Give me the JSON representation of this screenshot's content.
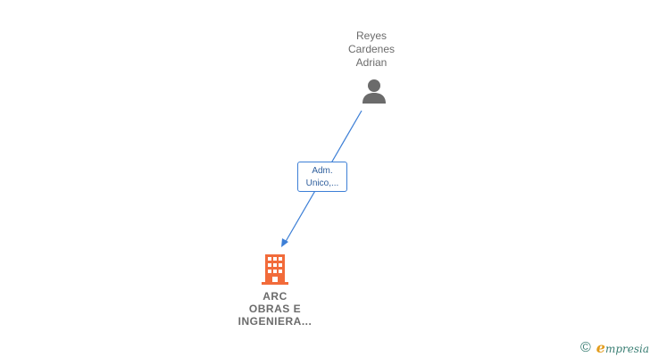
{
  "person": {
    "name_lines": [
      "Reyes",
      "Cardenes",
      "Adrian"
    ],
    "icon": "person-icon"
  },
  "relation": {
    "label_lines": [
      "Adm.",
      "Unico,..."
    ]
  },
  "company": {
    "name_lines": [
      "ARC",
      "OBRAS E",
      "INGENIERA..."
    ],
    "icon": "building-icon",
    "color": "#f26b3a"
  },
  "branding": {
    "copyright_symbol": "©",
    "logo_initial": "e",
    "logo_text": "mpresia"
  },
  "colors": {
    "edge": "#3d7fd6",
    "person_icon": "#6b6b6b",
    "text": "#6b6b6b"
  }
}
